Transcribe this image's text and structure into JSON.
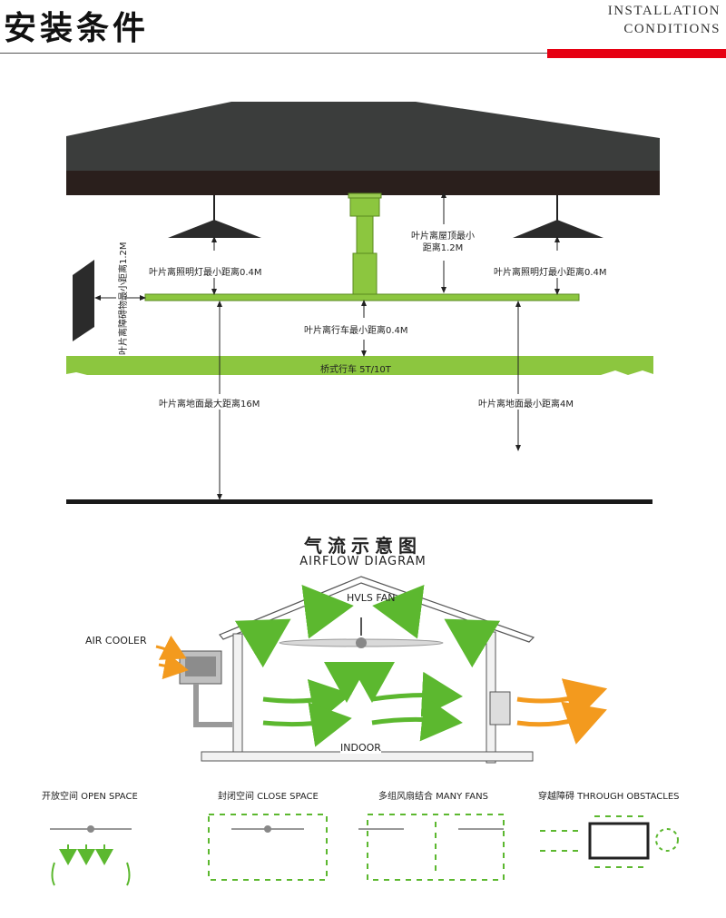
{
  "header": {
    "title_cn": "安装条件",
    "title_en_line1": "INSTALLATION",
    "title_en_line2": "CONDITIONS",
    "accent_color": "#e60012"
  },
  "install_diagram": {
    "lamp_left_label": "叶片离照明灯最小距离0.4M",
    "lamp_right_label": "叶片离照明灯最小距离0.4M",
    "roof_label_line1": "叶片离屋顶最小",
    "roof_label_line2": "距离1.2M",
    "obstacle_label": "叶片离障碍物最小距离1.2M",
    "crane_gap_label": "叶片离行车最小距离0.4M",
    "crane_label": "桥式行车  5T/10T",
    "ground_max_label": "叶片离地面最大距离16M",
    "ground_min_label": "叶片离地面最小距离4M",
    "fan_color": "#8cc63f",
    "roof_color": "#3b3d3c"
  },
  "airflow": {
    "title_cn": "气流示意图",
    "title_en": "AIRFLOW  DIAGRAM",
    "fan_label": "HVLS FAN",
    "cooler_label": "AIR COOLER",
    "indoor_label": "INDOOR"
  },
  "scenarios": [
    {
      "label": "开放空间 OPEN SPACE"
    },
    {
      "label": "封闭空间 CLOSE SPACE"
    },
    {
      "label": "多组风扇结合 MANY FANS"
    },
    {
      "label": "穿越障碍 THROUGH OBSTACLES"
    }
  ]
}
